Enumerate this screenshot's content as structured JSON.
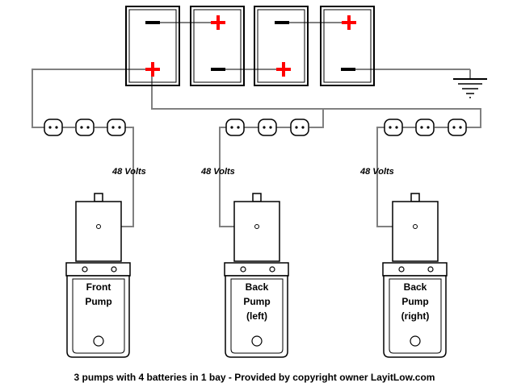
{
  "wiring": {
    "voltage_label": "48 Volts"
  },
  "pumps": [
    {
      "lines": [
        "Front",
        "Pump"
      ]
    },
    {
      "lines": [
        "Back",
        "Pump",
        "(left)"
      ]
    },
    {
      "lines": [
        "Back",
        "Pump",
        "(right)"
      ]
    }
  ],
  "caption": "3 pumps with 4 batteries in 1 bay - Provided by copyright owner LayitLow.com",
  "colors": {
    "wire": "#808080",
    "positive": "#ff0000",
    "negative": "#000000"
  }
}
